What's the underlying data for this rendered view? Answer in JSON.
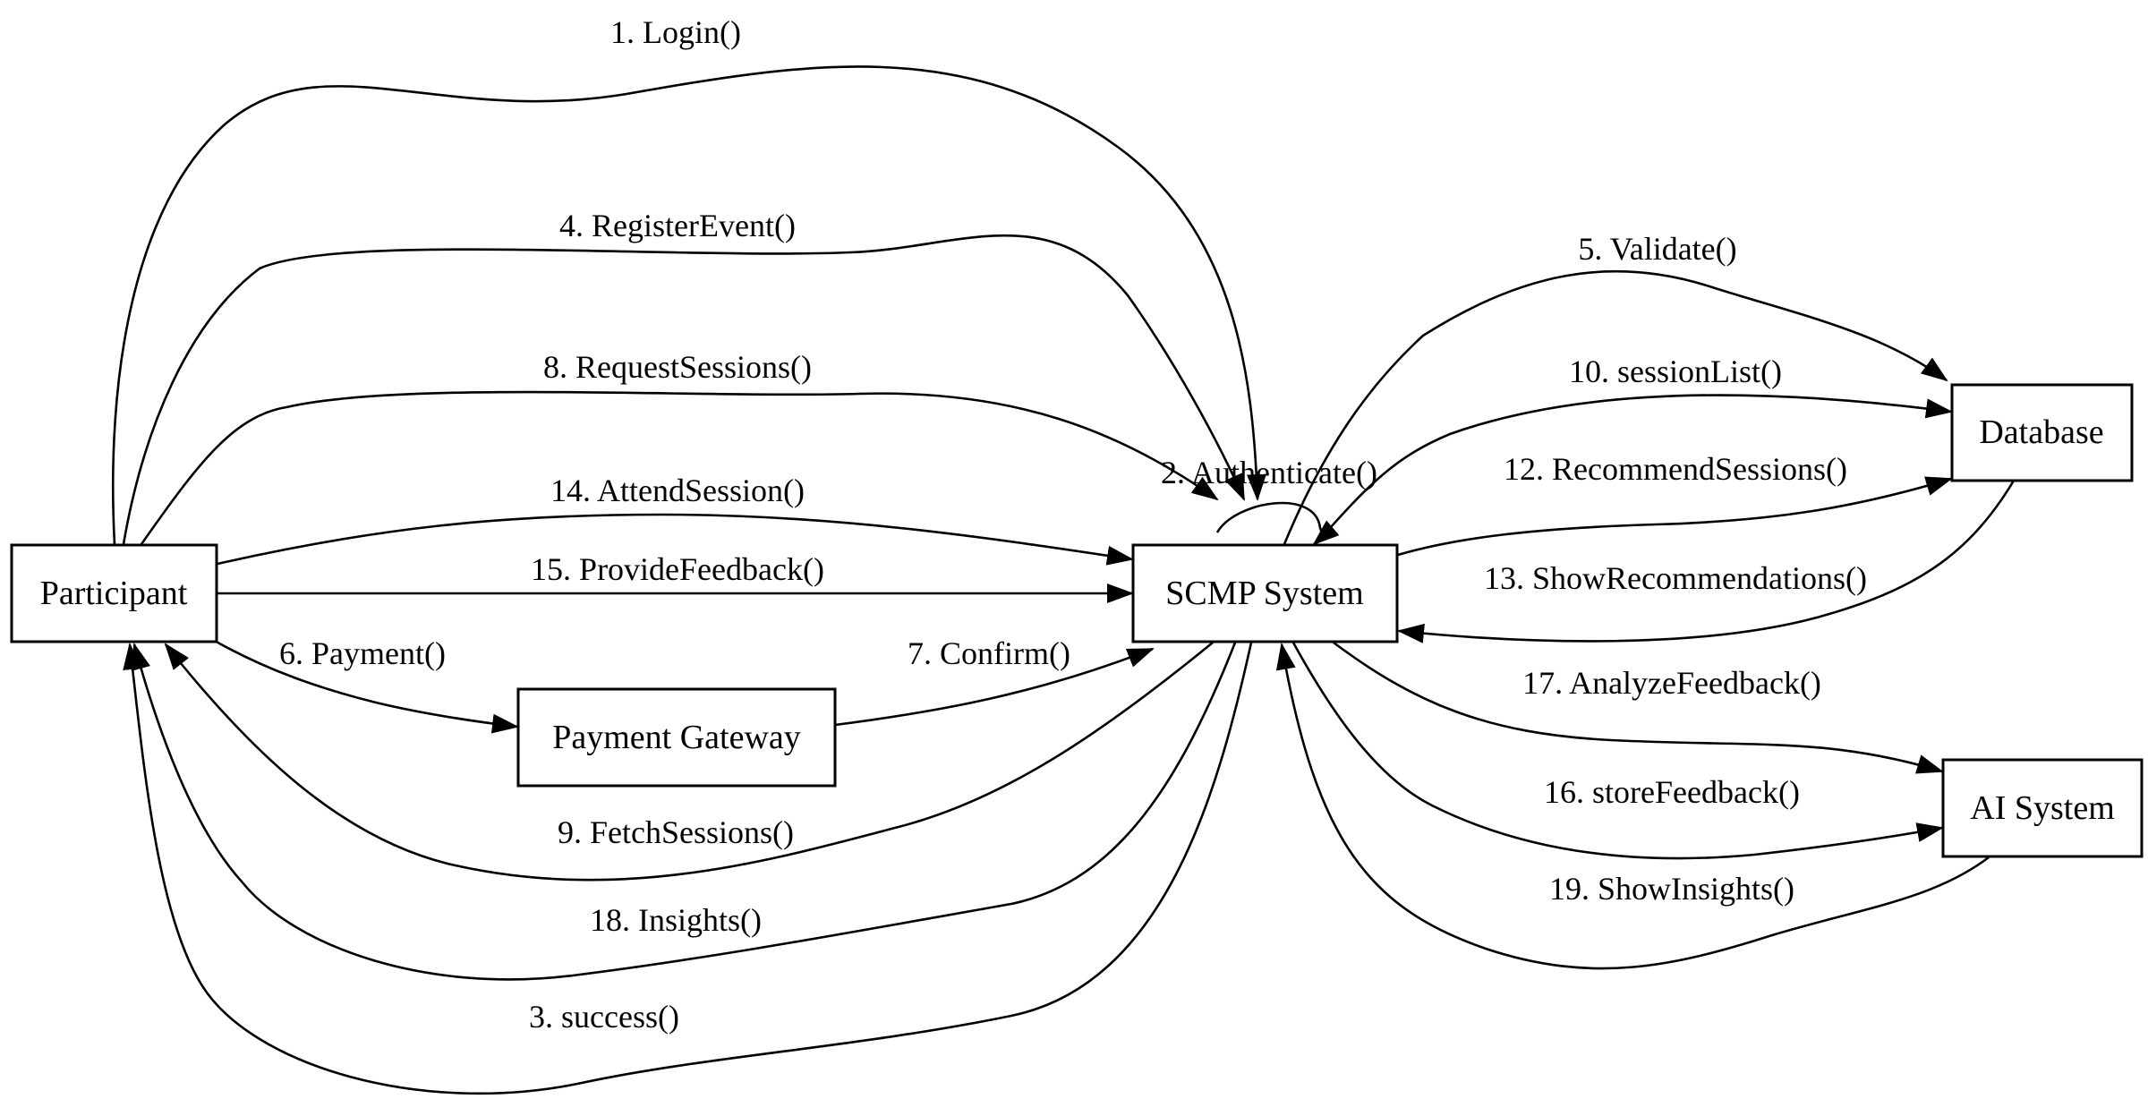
{
  "nodes": {
    "participant": "Participant",
    "scmp": "SCMP System",
    "payment_gateway": "Payment Gateway",
    "database": "Database",
    "ai_system": "AI System"
  },
  "edges": [
    {
      "from": "Participant",
      "to": "SCMP System",
      "label": "1. Login()"
    },
    {
      "from": "SCMP System",
      "to": "SCMP System",
      "label": "2. Authenticate()"
    },
    {
      "from": "SCMP System",
      "to": "Participant",
      "label": "3. success()"
    },
    {
      "from": "Participant",
      "to": "SCMP System",
      "label": "4. RegisterEvent()"
    },
    {
      "from": "SCMP System",
      "to": "Database",
      "label": "5. Validate()"
    },
    {
      "from": "Participant",
      "to": "Payment Gateway",
      "label": "6. Payment()"
    },
    {
      "from": "Payment Gateway",
      "to": "SCMP System",
      "label": "7. Confirm()"
    },
    {
      "from": "Participant",
      "to": "SCMP System",
      "label": "8. RequestSessions()"
    },
    {
      "from": "SCMP System",
      "to": "Participant",
      "label": "9. FetchSessions()"
    },
    {
      "from": "SCMP System",
      "to": "Database",
      "label": "10. sessionList()"
    },
    {
      "from": "SCMP System",
      "to": "Database",
      "label": "12. RecommendSessions()"
    },
    {
      "from": "Database",
      "to": "SCMP System",
      "label": "13. ShowRecommendations()"
    },
    {
      "from": "Participant",
      "to": "SCMP System",
      "label": "14. AttendSession()"
    },
    {
      "from": "Participant",
      "to": "SCMP System",
      "label": "15. ProvideFeedback()"
    },
    {
      "from": "SCMP System",
      "to": "AI System",
      "label": "16. storeFeedback()"
    },
    {
      "from": "SCMP System",
      "to": "AI System",
      "label": "17. AnalyzeFeedback()"
    },
    {
      "from": "SCMP System",
      "to": "Participant",
      "label": "18. Insights()"
    },
    {
      "from": "AI System",
      "to": "SCMP System",
      "label": "19. ShowInsights()"
    }
  ]
}
